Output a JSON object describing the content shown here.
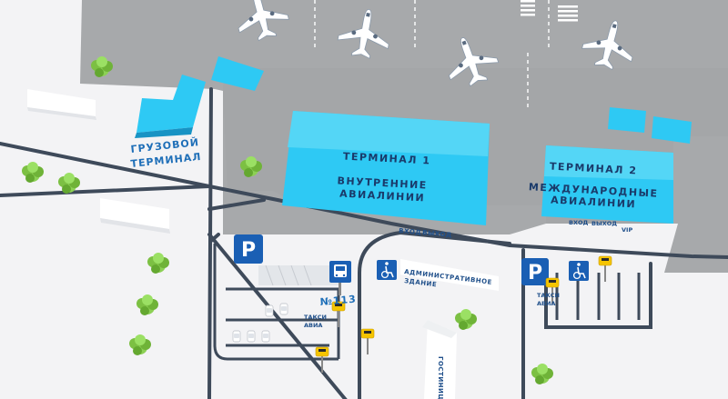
{
  "labels": {
    "cargo_line1": "ГРУЗОВОЙ",
    "cargo_line2": "ТЕРМИНАЛ",
    "t1_title": "ТЕРМИНАЛ 1",
    "t1_sub1": "ВНУТРЕННИЕ",
    "t1_sub2": "АВИАЛИНИИ",
    "t1_entry": "ВХОД",
    "t1_exit": "ВЫХОД",
    "t2_title": "ТЕРМИНАЛ 2",
    "t2_sub1": "МЕЖДУНАРОДНЫЕ",
    "t2_sub2": "АВИАЛИНИИ",
    "t2_entry": "ВХОД",
    "t2_exit": "ВЫХОД",
    "t2_vip": "VIP",
    "admin1": "АДМИНИСТРАТИВНОЕ",
    "admin2": "ЗДАНИЕ",
    "bus_no": "№113",
    "taxi1_l1": "ТАКСИ",
    "taxi1_l2": "АВИА",
    "taxi2_l1": "ТАКСИ",
    "taxi2_l2": "АВИА",
    "hotel": "ГОСТИНИЦА",
    "parking1": "P",
    "parking2": "P"
  },
  "icons": {
    "wheelchair": "wheelchair-icon",
    "bus": "bus-icon",
    "airplane": "airplane-icon",
    "tree": "tree-icon",
    "car": "car-icon",
    "taxi_pole": "taxi-sign-icon"
  },
  "colors": {
    "apron": "#a7a9ab",
    "road": "#3e4a5a",
    "terminal": "#2ec9f4",
    "terminal_dark": "#1fb3e8",
    "parking_sign": "#1a5fb4",
    "ground": "#f3f3f5",
    "tree": "#7cc043"
  }
}
